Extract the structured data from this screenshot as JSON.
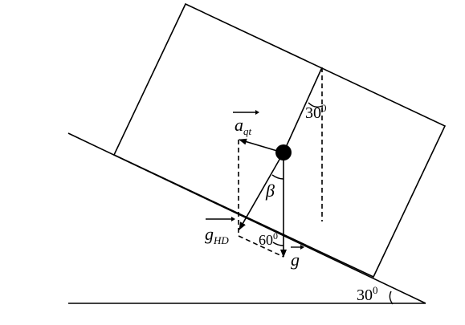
{
  "labels": {
    "a_main": "a",
    "a_sub": "qt",
    "g_hd_main": "g",
    "g_hd_sub": "HD",
    "g": "g",
    "beta": "β",
    "angle_box": "30",
    "angle_box_sup": "0",
    "angle_g": "60",
    "angle_g_sup": "0",
    "angle_incline": "30",
    "angle_incline_sup": "0"
  }
}
